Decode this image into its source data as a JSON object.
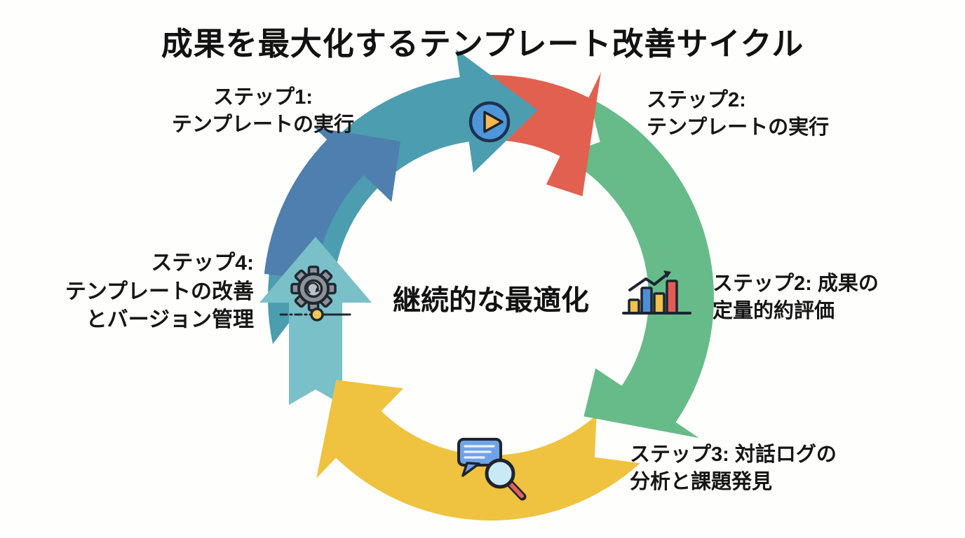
{
  "title": "成果を最大化するテンプレート改善サイクル",
  "center": {
    "label": "継続的な最適化"
  },
  "cycle": {
    "inner_arrow_color": "#4E7FAE",
    "steps": [
      {
        "name": "step-1",
        "label_lines": [
          "ステップ1:",
          "テンプレートの実行"
        ],
        "arc_color": "#4C9DAF",
        "icon": "play-icon"
      },
      {
        "name": "step-2",
        "label_lines": [
          "ステップ2:",
          "テンプレートの実行"
        ],
        "arc_color": "#E2604F",
        "icon": ""
      },
      {
        "name": "step-2b",
        "label_lines": [
          "ステップ2: 成果の",
          "定量的約評価"
        ],
        "arc_color": "#67BB88",
        "icon": "bar-chart-icon"
      },
      {
        "name": "step-3",
        "label_lines": [
          "ステップ3: 対話ログの",
          "分析と課題発見"
        ],
        "arc_color": "#EFC33F",
        "icon": "chat-search-icon"
      },
      {
        "name": "step-4",
        "label_lines": [
          "ステップ4:",
          "テンプレートの改善",
          "とバージョン管理"
        ],
        "arc_color": "#79C0C9",
        "icon": "gear-icon"
      }
    ]
  },
  "icon_palette": {
    "play_circle_fill": "#4E96D9",
    "play_triangle": "#F5B94F",
    "gear_body": "#8A929C",
    "gear_node": "#F0C75A",
    "bar_yellow": "#F2C14B",
    "bar_blue": "#4D8FD6",
    "bar_red": "#E25C55",
    "bubble_blue": "#6FA3E8",
    "lens_blue": "#C9E9F6",
    "handle_red": "#E06060",
    "outline_dark": "#20242C"
  }
}
